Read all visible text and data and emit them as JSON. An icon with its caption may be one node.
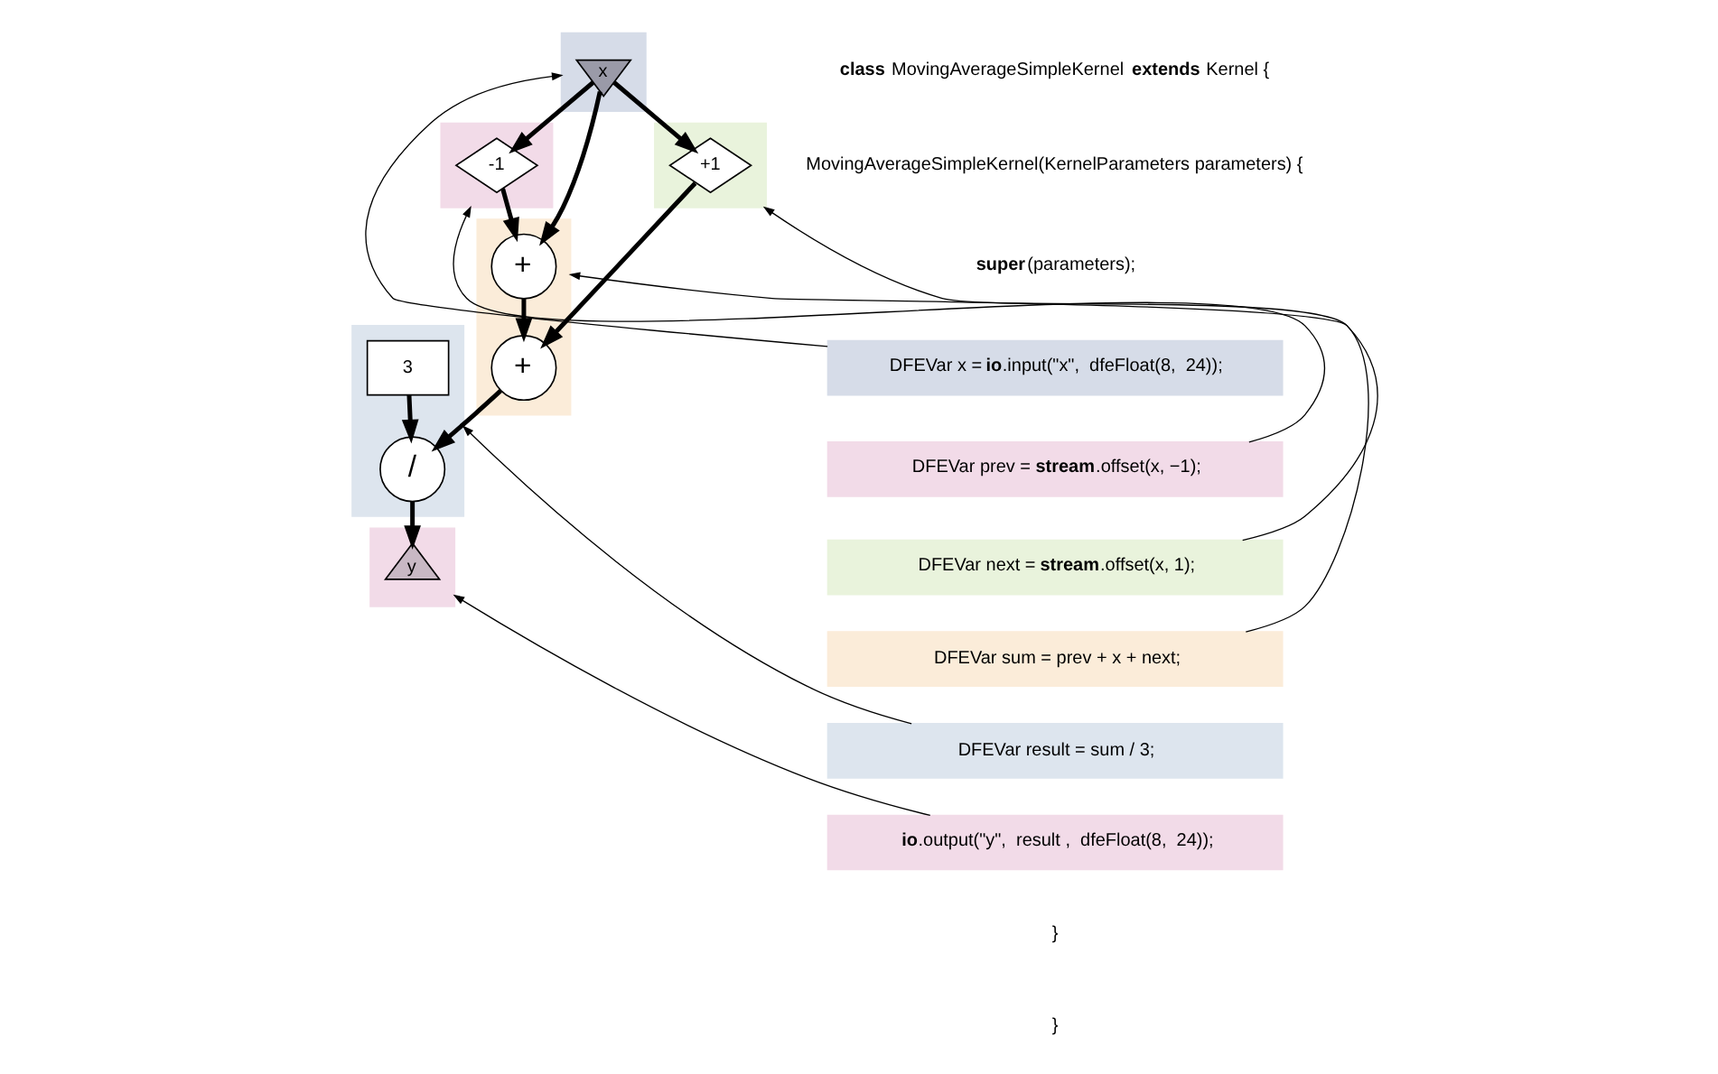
{
  "diagram": {
    "nodes": [
      {
        "text": [
          "DFEVar x = **io**.input(\"x\",  dfeFloat(8,  24));"
        ]
      },
      {
        "text": [
          "DFEVar prev = **stream**.offset(x, −1);"
        ]
      },
      {
        "text": [
          "DFEVar next = **stream**.offset(x, 1);"
        ]
      },
      {
        "text": [
          "DFEVar sum = prev + x + next;"
        ]
      },
      {
        "text": [
          "DFEVar result = sum / 3;"
        ]
      },
      {
        "text": [
          "**io**.output(\"y\",  result ,  dfeFloat(8,  24));"
        ]
      },
      {
        "text": [],
        "shape": "box"
      },
      {
        "text": [
          "x"
        ],
        "in": 6
      },
      {
        "text": [],
        "shape": "box"
      },
      {
        "text": [
          "-1"
        ],
        "in": 8
      },
      {
        "text": [],
        "shape": "box"
      },
      {
        "text": [
          "+1"
        ],
        "in": 10
      },
      {
        "text": [],
        "shape": "box"
      },
      {
        "text": [
          "+"
        ],
        "in": 12
      },
      {
        "text": [
          "+"
        ],
        "in": 12
      },
      {
        "text": [],
        "shape": "box"
      },
      {
        "text": [
          "3"
        ],
        "in": 15
      },
      {
        "text": [
          "/"
        ],
        "in": 15
      },
      {
        "text": [],
        "shape": "box"
      },
      {
        "text": [
          "y"
        ],
        "in": 18
      }
    ],
    "edges": [
      {
        "from": 0,
        "to": 6,
        "arrow": "to"
      },
      {
        "from": 1,
        "to": 8,
        "arrow": "to"
      },
      {
        "from": 2,
        "to": 10,
        "arrow": "to"
      },
      {
        "from": 3,
        "to": 12,
        "arrow": "to"
      },
      {
        "from": 4,
        "to": 15,
        "arrow": "to"
      },
      {
        "from": 5,
        "to": 18,
        "arrow": "to"
      },
      {
        "from": 7,
        "to": 9,
        "arrow": "to"
      },
      {
        "from": 7,
        "to": 11,
        "arrow": "to"
      },
      {
        "from": 7,
        "to": 13,
        "arrow": "to"
      },
      {
        "from": 9,
        "to": 13,
        "arrow": "to"
      },
      {
        "from": 13,
        "to": 14,
        "arrow": "to"
      },
      {
        "from": 11,
        "to": 14,
        "arrow": "to"
      },
      {
        "from": 14,
        "to": 17,
        "arrow": "to"
      },
      {
        "from": 16,
        "to": 17,
        "arrow": "to"
      },
      {
        "from": 17,
        "to": 19,
        "arrow": "to"
      }
    ],
    "labels": [
      "**class** MovingAverageSimpleKernel **extends** Kernel {",
      "MovingAverageSimpleKernel(KernelParameters parameters) {",
      "**super**(parameters);",
      "}",
      "}"
    ]
  }
}
